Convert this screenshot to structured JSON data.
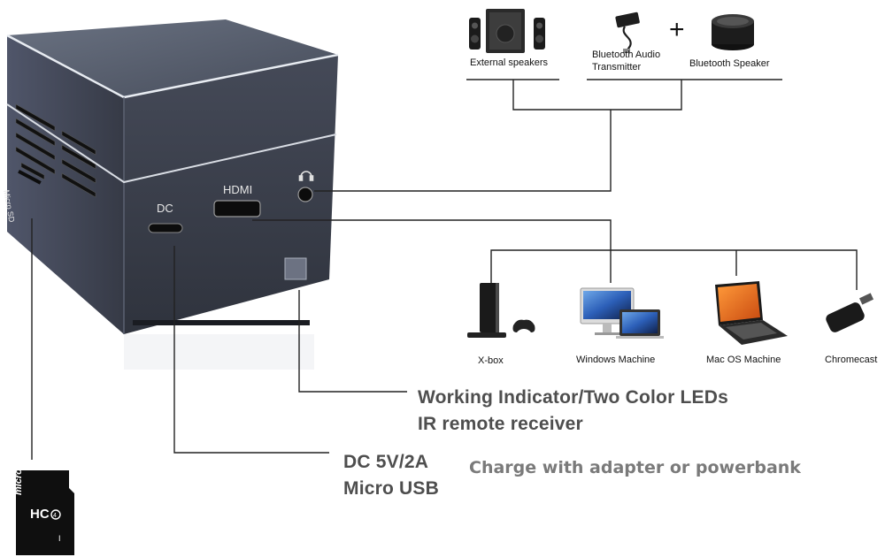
{
  "devices": {
    "external_speakers": "External speakers",
    "bt_transmitter_line1": "Bluetooth Audio",
    "bt_transmitter_line2": "Transmitter",
    "plus": "+",
    "bt_speaker": "Bluetooth Speaker",
    "xbox": "X-box",
    "windows": "Windows Machine",
    "mac": "Mac OS Machine",
    "chromecast": "Chromecast"
  },
  "ports": {
    "dc": "DC",
    "hdmi": "HDMI",
    "micro_sd": "Micro SD"
  },
  "callouts": {
    "led_line1": "Working Indicator/Two Color LEDs",
    "led_line2": "IR remote receiver",
    "power_line1": "DC 5V/2A",
    "power_line2": "Micro USB",
    "charge": "Charge with adapter or powerbank"
  },
  "sd_card": {
    "brand": "micro SD",
    "type": "HC",
    "class": "4",
    "roman": "I"
  },
  "colors": {
    "cube_top": "#5b6373",
    "cube_front": "#3a3f4c",
    "cube_side": "#2a2e38",
    "line": "#222222",
    "callout_text": "#4e4e4e"
  }
}
